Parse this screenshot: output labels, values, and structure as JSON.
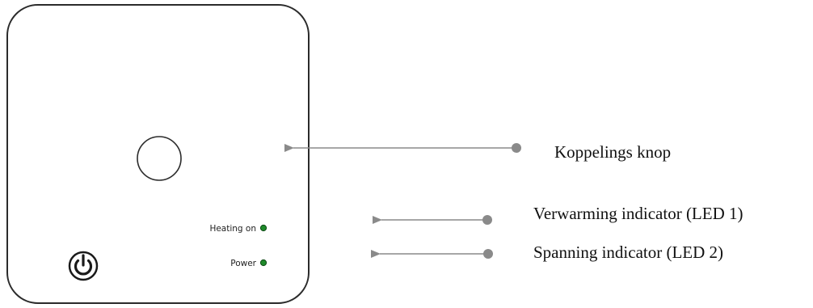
{
  "device": {
    "heating_label": "Heating on",
    "power_label": "Power",
    "icons": {
      "power_button": "power-icon",
      "pairing_button": "round-button"
    },
    "led_color": "#1f8a2a",
    "outline_color": "#2b2b2b"
  },
  "callouts": {
    "pairing": "Koppelings knop",
    "heating": "Verwarming indicator (LED 1)",
    "power": "Spanning indicator (LED 2)"
  },
  "arrow_color": "#8a8a8a"
}
